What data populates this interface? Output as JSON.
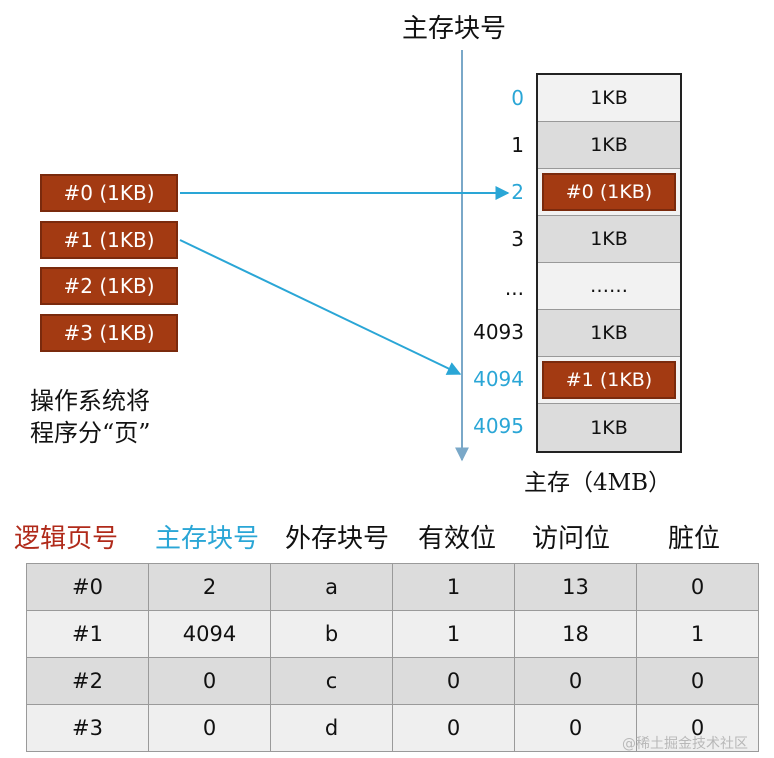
{
  "main_memory_title": "主存块号",
  "logical_pages": [
    {
      "label": "#0 (1KB)"
    },
    {
      "label": "#1 (1KB)"
    },
    {
      "label": "#2 (1KB)"
    },
    {
      "label": "#3 (1KB)"
    }
  ],
  "os_note_line1": "操作系统将",
  "os_note_line2": "程序分“页”",
  "memory": {
    "indices": [
      "0",
      "1",
      "2",
      "3",
      "...",
      "4093",
      "4094",
      "4095"
    ],
    "cells": [
      "1KB",
      "1KB",
      "#0 (1KB)",
      "1KB",
      "……",
      "1KB",
      "#1 (1KB)",
      "1KB"
    ],
    "caption": "主存（4MB）"
  },
  "mappings": [
    {
      "page": "#0 (1KB)",
      "frame": "2"
    },
    {
      "page": "#1 (1KB)",
      "frame": "4094"
    }
  ],
  "colors": {
    "page_block": "#a33a12",
    "accent_cyan": "#2aa6d6",
    "header_red": "#b02a1a"
  },
  "table": {
    "headers": [
      "逻辑页号",
      "主存块号",
      "外存块号",
      "有效位",
      "访问位",
      "脏位"
    ],
    "rows": [
      [
        "#0",
        "2",
        "a",
        "1",
        "13",
        "0"
      ],
      [
        "#1",
        "4094",
        "b",
        "1",
        "18",
        "1"
      ],
      [
        "#2",
        "0",
        "c",
        "0",
        "0",
        "0"
      ],
      [
        "#3",
        "0",
        "d",
        "0",
        "0",
        "0"
      ]
    ]
  },
  "watermark": "@稀土掘金技术社区"
}
